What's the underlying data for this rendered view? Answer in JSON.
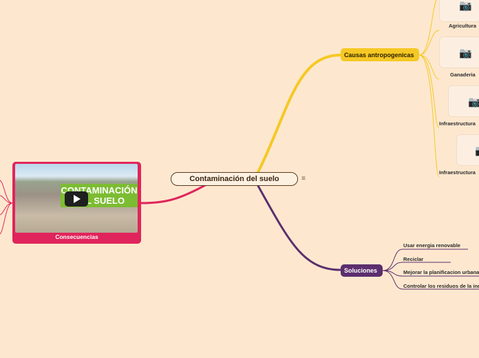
{
  "central": {
    "title": "Contaminación del suelo"
  },
  "causas": {
    "label": "Causas antropogenicas",
    "items": [
      {
        "caption": "Agricultura",
        "icon": "camera-icon"
      },
      {
        "caption": "Ganaderia",
        "icon": "camera-icon"
      },
      {
        "caption": "Infraestructura",
        "icon": "camera-icon"
      },
      {
        "caption": "Infraestructura",
        "icon": "camera-icon"
      }
    ]
  },
  "soluciones": {
    "label": "Soluciones",
    "items": [
      "Usar energia renovable",
      "Reciclar",
      "Mejorar la planificacion urbana",
      "Controlar los residuos de la industria"
    ]
  },
  "consecuencias": {
    "label": "Consecuencias",
    "thumbnail_text": "CONTAMINACIÓN DEL SUELO",
    "icon": "play-icon"
  },
  "colors": {
    "background": "#fde8cf",
    "causas": "#f6c824",
    "soluciones": "#5b2e6e",
    "consecuencias": "#e0255c"
  }
}
